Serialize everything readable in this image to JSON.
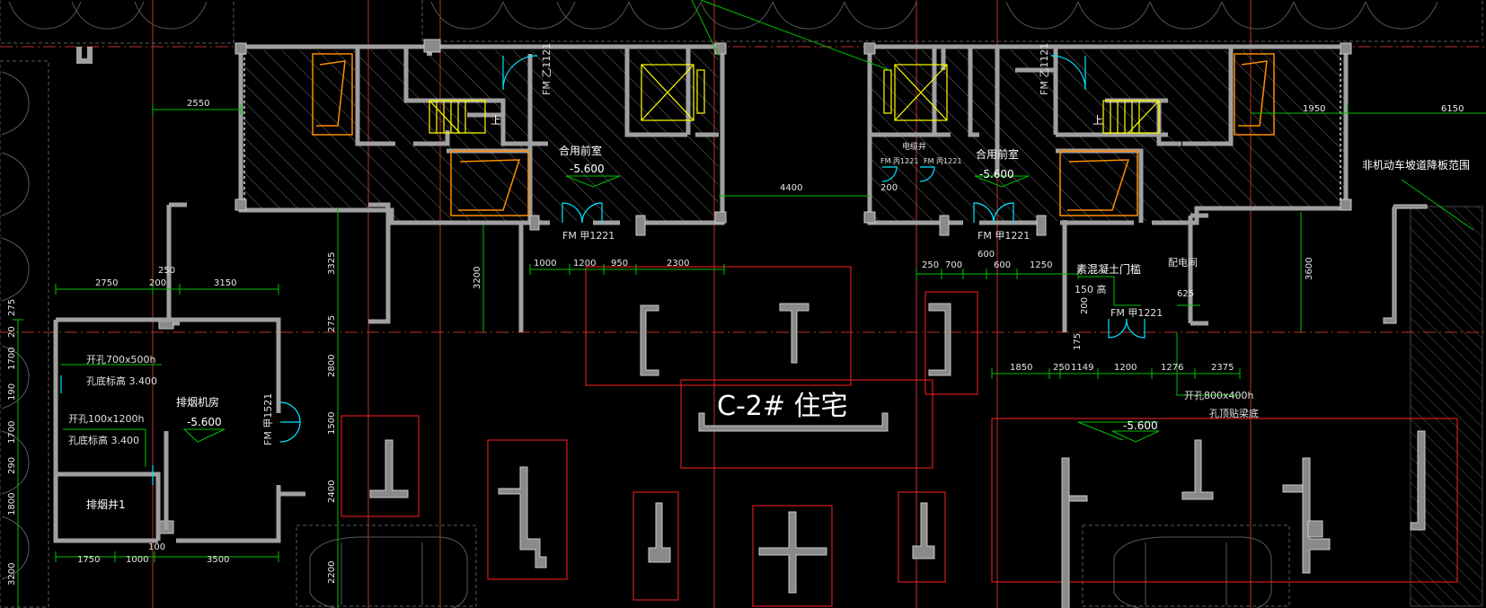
{
  "drawing": {
    "title": "C-2# 住宅",
    "colors": {
      "background": "#000000",
      "wall": "#9a9a9a",
      "axis": "#c0392b",
      "dimension": "#00c000",
      "hatch": "#707070",
      "stair": "#ffff00",
      "door": "#00e5ff",
      "furniture": "#ff8c00",
      "frame": "#ff2020"
    },
    "left_unit": {
      "room": "合用前室",
      "elevation": "-5.600",
      "door": "FM 甲1221",
      "door_side": "FM 乙1121",
      "stair_mark": "上",
      "dims_top": [
        "2550"
      ],
      "dims_bottom": [
        "1000",
        "1200",
        "950",
        "2300"
      ],
      "dims_vertical": [
        "3325",
        "3200"
      ],
      "dim_mid": "4400"
    },
    "right_unit": {
      "room": "合用前室",
      "elevation": "-5.600",
      "door": "FM 甲1221",
      "door_side": "FM 乙1121",
      "stair_mark": "上",
      "well": "电缆井",
      "well_doors": [
        "FM 丙1221",
        "FM 丙1221"
      ],
      "well_dim": "200",
      "dims_top": [
        "1950",
        "6150"
      ],
      "dims_row1": [
        "250",
        "700",
        "600",
        "600",
        "1250"
      ],
      "dims_vertical": [
        "3600"
      ],
      "note_range": "非机动车坡道降板范围",
      "note_threshold": "素混凝土门槛",
      "note_threshold_h": "150 高",
      "dim_200": "200",
      "dim_625": "625",
      "elec_room": "配电间",
      "elec_door": "FM 甲1221",
      "dims_row2": [
        "1850",
        "250",
        "1149",
        "1200",
        "1276",
        "2375"
      ],
      "dim_175": "175",
      "opening": "开孔800x400h",
      "opening_note": "孔顶贴梁底",
      "elevation_lower": "-5.600"
    },
    "fan_room": {
      "name": "排烟机房",
      "elevation": "-5.600",
      "door": "FM 甲1521",
      "opening1": "开孔700x500h",
      "opening1_note": "孔底标高 3.400",
      "opening2": "开孔100x1200h",
      "opening2_note": "孔底标高 3.400",
      "shaft": "排烟井1",
      "dims_top": [
        "2750",
        "200",
        "3150"
      ],
      "dim_250": "250",
      "dims_left": [
        "275",
        "20",
        "1700",
        "190",
        "1700",
        "290",
        "1800",
        "3200"
      ],
      "dims_bottom": [
        "1750",
        "1000",
        "3500"
      ],
      "dim_100": "100",
      "dims_vertical": [
        "275",
        "2800",
        "1500",
        "2400",
        "2200"
      ]
    }
  }
}
